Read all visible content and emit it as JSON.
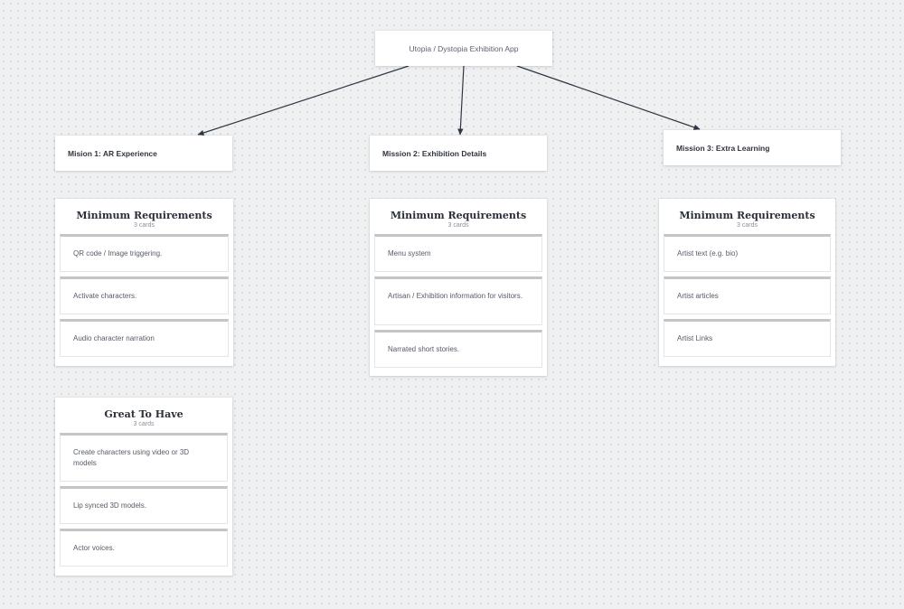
{
  "root": {
    "label": "Utopia / Dystopia Exhibition App"
  },
  "missions": [
    {
      "label": "Mision 1: AR Experience"
    },
    {
      "label": "Mission 2: Exhibition Details"
    },
    {
      "label": "Mission 3: Extra Learning"
    }
  ],
  "groups": [
    {
      "title": "Minimum Requirements",
      "count": "3 cards",
      "cards": [
        "QR code / Image triggering.",
        "Activate characters.",
        "Audio character narration"
      ]
    },
    {
      "title": "Minimum Requirements",
      "count": "3 cards",
      "cards": [
        "Menu system",
        "Artisan / Exhibition information for visitors.",
        "Narrated short stories."
      ]
    },
    {
      "title": "Minimum Requirements",
      "count": "3 cards",
      "cards": [
        "Artist text (e.g. bio)",
        "Artist articles",
        "Artist Links"
      ]
    },
    {
      "title": "Great To Have",
      "count": "3 cards",
      "cards": [
        "Create characters using video or 3D models",
        "Lip synced 3D models.",
        "Actor voices."
      ]
    }
  ],
  "colors": {
    "canvas": "#eef0f2",
    "card_border_top": "#c3c5c9",
    "connector": "#2f3542"
  }
}
